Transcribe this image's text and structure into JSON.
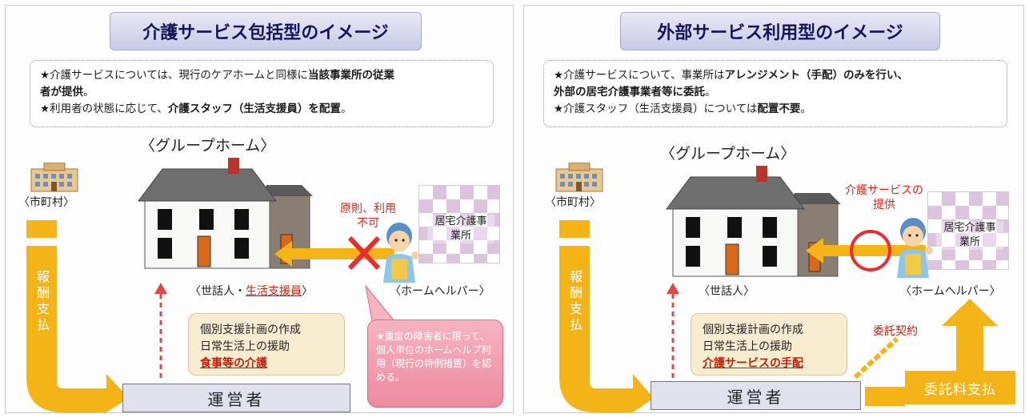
{
  "left": {
    "title": "介護サービス包括型のイメージ",
    "desc": {
      "line1_pre": "★介護サービスについては、現行のケアホームと同様に",
      "line1_bold": "当該事業所の従業",
      "line2_bold": "者が提供",
      "line2_post": "。",
      "line3_pre": "★利用者の状態に応じて、",
      "line3_bold": "介護スタッフ（生活支援員）を配置",
      "line3_post": "。"
    },
    "group_home": "〈グループホーム〉",
    "municipality": "〈市町村〉",
    "payment": "報酬支払",
    "caption_pre": "〈世話人・",
    "caption_red": "生活支援員",
    "caption_post": "〉",
    "not_allowed": "原則、利用\n不可",
    "agency": "居宅介護事\n業所",
    "helper": "〈ホームヘルパー〉",
    "tasks": [
      "個別支援計画の作成",
      "日常生活上の援助",
      "食事等の介護"
    ],
    "operator": "運営者",
    "bubble": "★重度の障害者に限って、個人単位のホームヘルプ利用（現行の特例措置）を認める。"
  },
  "right": {
    "title": "外部サービス利用型のイメージ",
    "desc": {
      "line1_pre": "★介護サービスについて、事業所は",
      "line1_bold": "アレンジメント（手配）のみを行い、",
      "line2_bold": "外部の居宅介護事業者等に委託",
      "line2_post": "。",
      "line3_pre": "★介護スタッフ（生活支援員）については",
      "line3_bold": "配置不要",
      "line3_post": "。"
    },
    "group_home": "〈グループホーム〉",
    "municipality": "〈市町村〉",
    "payment": "報酬支払",
    "caption": "〈世話人〉",
    "service_provision": "介護サービスの\n提供",
    "agency": "居宅介護事\n業所",
    "helper": "〈ホームヘルパー〉",
    "tasks": [
      "個別支援計画の作成",
      "日常生活上の援助",
      "介護サービスの手配"
    ],
    "operator": "運営者",
    "contract": "委託契約",
    "commission_payment": "委託料支払"
  },
  "colors": {
    "accent_yellow": "#f4b417",
    "red": "#d9251b",
    "title_text": "#15155a"
  },
  "icons": [
    "house-icon",
    "building-icon",
    "helper-person-icon",
    "cross-mark-icon",
    "circle-mark-icon",
    "arrow-icon"
  ]
}
